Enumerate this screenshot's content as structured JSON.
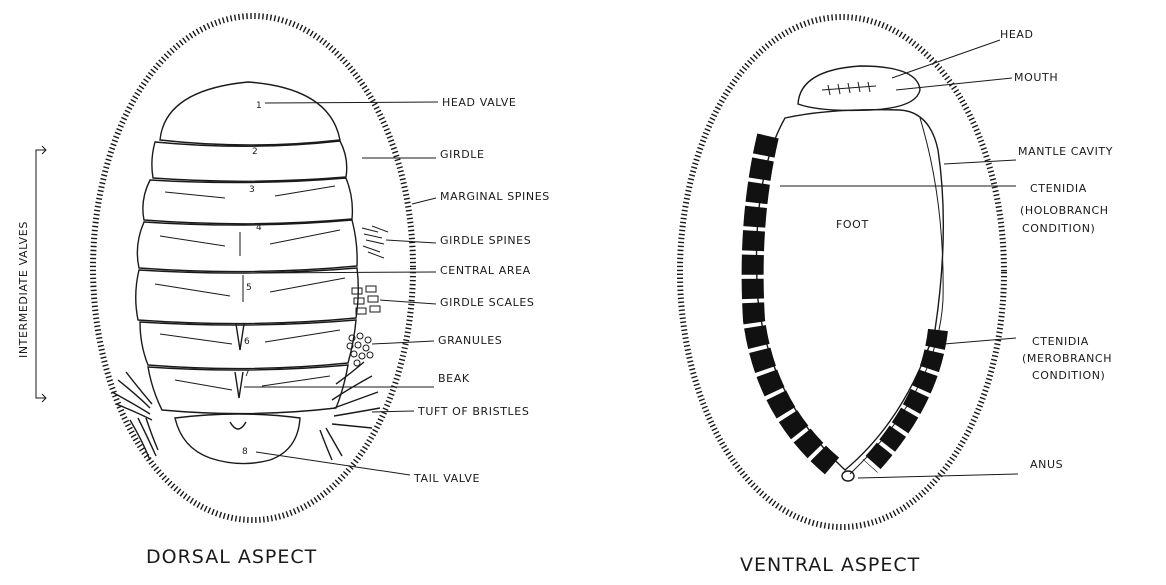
{
  "dorsal": {
    "caption": "DORSAL ASPECT",
    "side_label": "INTERMEDIATE VALVES",
    "valve_numbers": [
      "1",
      "2",
      "3",
      "4",
      "5",
      "6",
      "7",
      "8"
    ],
    "labels": {
      "head_valve": "HEAD VALVE",
      "girdle": "GIRDLE",
      "marginal_spines": "MARGINAL SPINES",
      "girdle_spines": "GIRDLE SPINES",
      "central_area": "CENTRAL AREA",
      "girdle_scales": "GIRDLE SCALES",
      "granules": "GRANULES",
      "beak": "BEAK",
      "tuft_of_bristles": "TUFT OF BRISTLES",
      "tail_valve": "TAIL VALVE"
    }
  },
  "ventral": {
    "caption": "VENTRAL ASPECT",
    "foot": "FOOT",
    "labels": {
      "head": "HEAD",
      "mouth": "MOUTH",
      "mantle_cavity": "MANTLE CAVITY",
      "ctenidia_holo_1": "CTENIDIA",
      "ctenidia_holo_2": "(HOLOBRANCH",
      "ctenidia_holo_3": "CONDITION)",
      "ctenidia_mero_1": "CTENIDIA",
      "ctenidia_mero_2": "(MEROBRANCH",
      "ctenidia_mero_3": "CONDITION)",
      "anus": "ANUS"
    }
  }
}
